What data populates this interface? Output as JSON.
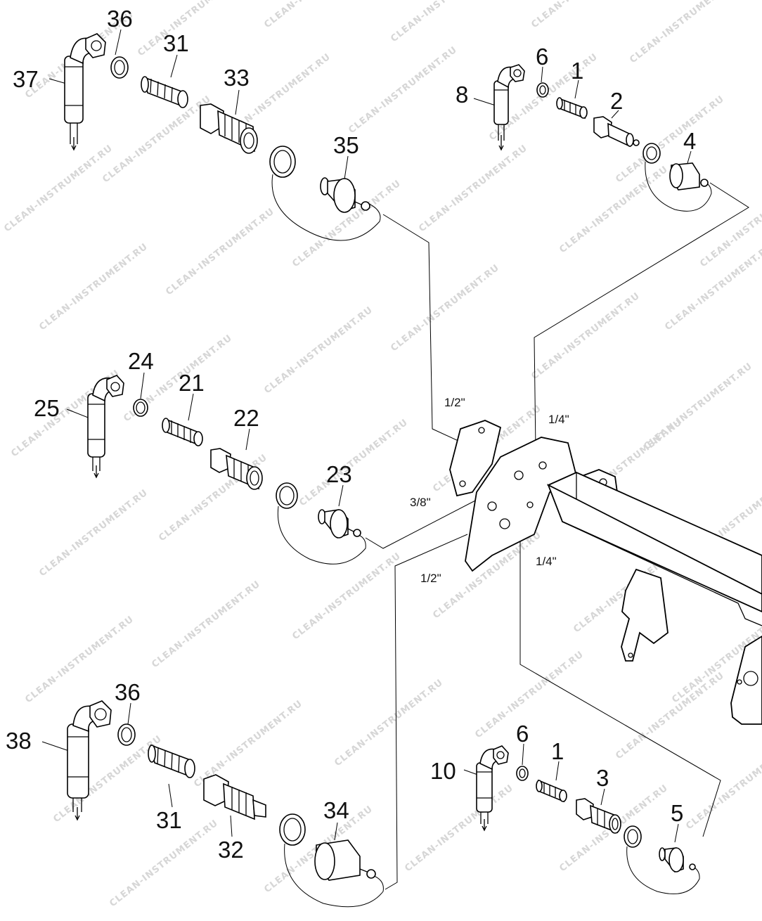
{
  "watermark": "CLEAN-INSTRUMENT.RU",
  "callouts": {
    "p1a": "1",
    "p1b": "1",
    "p2": "2",
    "p3": "3",
    "p4": "4",
    "p5": "5",
    "p6a": "6",
    "p6b": "6",
    "p8": "8",
    "p10": "10",
    "p21": "21",
    "p22": "22",
    "p23": "23",
    "p24": "24",
    "p25": "25",
    "p31a": "31",
    "p31b": "31",
    "p32": "32",
    "p33": "33",
    "p34": "34",
    "p35": "35",
    "p36a": "36",
    "p36b": "36",
    "p37": "37",
    "p38": "38"
  },
  "port_sizes": {
    "half_top": "1/2\"",
    "quarter_top": "1/4\"",
    "three_eighths": "3/8\"",
    "half_bottom": "1/2\"",
    "quarter_bottom": "1/4\""
  }
}
